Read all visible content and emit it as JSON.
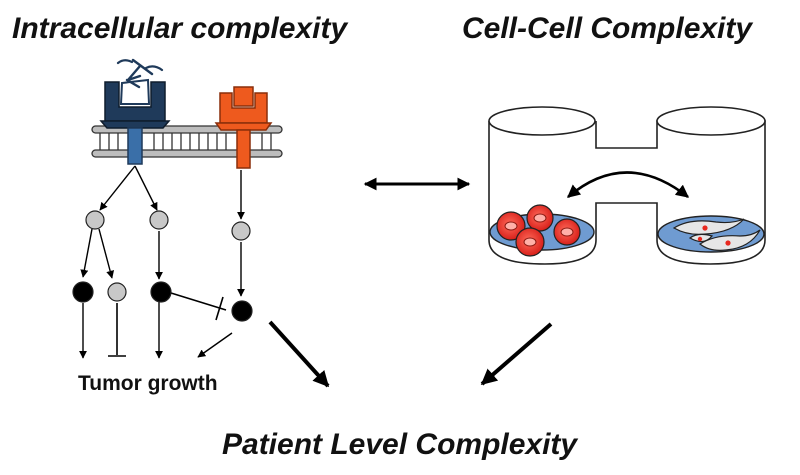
{
  "titles": {
    "intracellular": "Intracellular complexity",
    "cell_cell": "Cell-Cell Complexity",
    "patient": "Patient Level Complexity"
  },
  "labels": {
    "outcome": "Tumor growth"
  },
  "colors": {
    "receptor_navy": "#1f3a5a",
    "receptor_blue": "#3a6fa8",
    "receptor_orange": "#ee5a1e",
    "node_gray": "#c8c8c8",
    "node_black": "#000000",
    "dish_fill": "#6f9bd1",
    "cell_red": "#e8281e",
    "membrane_gray": "#bdbdbd"
  },
  "icons": [
    "ligand-icon",
    "receptor-icon",
    "membrane-bilayer-icon",
    "signaling-node-icon",
    "activation-arrow-icon",
    "inhibition-bar-icon",
    "double-headed-arrow-icon",
    "transwell-icon",
    "tumor-cell-icon",
    "fibroblast-cell-icon"
  ]
}
